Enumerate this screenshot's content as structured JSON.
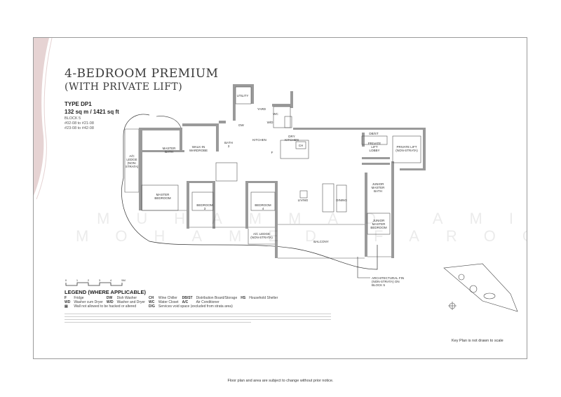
{
  "header": {
    "title_line1": "4-BEDROOM PREMIUM",
    "title_line2": "(WITH PRIVATE LIFT)",
    "type": "TYPE DP1",
    "area": "132 sq m / 1421 sq ft",
    "block": "BLOCK 5",
    "units_line1": "#02-08 to #21-08",
    "units_line2": "#23-08 to #42-08"
  },
  "rooms": {
    "utility": "UTILITY",
    "yard": "YARD",
    "wc": "WC",
    "wd": "W/D",
    "dw": "DW",
    "kitchen": "KITCHEN",
    "dry_kitchen_1": "DRY",
    "dry_kitchen_2": "KITCHEN",
    "ch": "CH",
    "fridge": "F",
    "dbst": "DB/ST",
    "private_lift_lobby_1": "PRIVATE",
    "private_lift_lobby_2": "LIFT",
    "private_lift_lobby_3": "LOBBY",
    "private_lift_1": "PRIVATE LIFT",
    "private_lift_2": "(NON-STRATA)",
    "master_bath_1": "MASTER",
    "master_bath_2": "BATH",
    "walkin_1": "WALK-IN",
    "walkin_2": "WARDROBE",
    "bath3_1": "BATH",
    "bath3_2": "3",
    "ac_ledge_left_1": "A/C",
    "ac_ledge_left_2": "LEDGE",
    "ac_ledge_left_3": "(NON-",
    "ac_ledge_left_4": "STRATA)",
    "master_bedroom_1": "MASTER",
    "master_bedroom_2": "BEDROOM",
    "bedroom3_1": "BEDROOM",
    "bedroom3_2": "3",
    "bedroom4_1": "BEDROOM",
    "bedroom4_2": "4",
    "ac_ledge_mid_1": "A/C LEDGE",
    "ac_ledge_mid_2": "(NON-STRATA)",
    "living": "LIVING",
    "dining": "DINING",
    "balcony": "BALCONY",
    "jm_bath_1": "JUNIOR",
    "jm_bath_2": "MASTER",
    "jm_bath_3": "BATH",
    "jm_bedroom_1": "JUNIOR",
    "jm_bedroom_2": "MASTER",
    "jm_bedroom_3": "BEDROOM"
  },
  "annotation": {
    "fin_1": "ARCHITECTURAL FIN",
    "fin_2": "(NON-STRATA) ON",
    "fin_3": "BLOCK 5"
  },
  "scale": {
    "ticks": [
      "0",
      "1",
      "2",
      "3",
      "4",
      "5M"
    ]
  },
  "legend": {
    "heading": "LEGEND (WHERE APPLICABLE)",
    "rows": [
      [
        {
          "k": "F",
          "v": "Fridge"
        },
        {
          "k": "DW",
          "v": "Dish Washer"
        },
        {
          "k": "CH",
          "v": "Wine Chiller"
        },
        {
          "k": "DB/ST",
          "v": "Distribution Board/Storage"
        },
        {
          "k": "HS",
          "v": "Household Shelter"
        }
      ],
      [
        {
          "k": "WD",
          "v": "Washer cum Dryer"
        },
        {
          "k": "W/D",
          "v": "Washer and Dryer"
        },
        {
          "k": "WC",
          "v": "Water Closet"
        },
        {
          "k": "A/C",
          "v": "Air Conditioner"
        }
      ],
      [
        {
          "k": "▤",
          "v": "Wall not allowed to be hacked or altered"
        },
        {
          "k": "D/G",
          "v": "Services void space (excluded from strata area)"
        }
      ]
    ]
  },
  "key_plan": {
    "note": "Key Plan is not drawn to scale"
  },
  "watermark": {
    "line1": "MUHAMMAD AMIN",
    "line2": "MOHAMED FAROOK..."
  },
  "footer": {
    "note": "Floor plan and area are subject to change without prior notice."
  },
  "colors": {
    "wall": "#9a9a9a",
    "line": "#333333",
    "accent_pink": "#e6d3d3",
    "frame": "#9a9a9a"
  }
}
